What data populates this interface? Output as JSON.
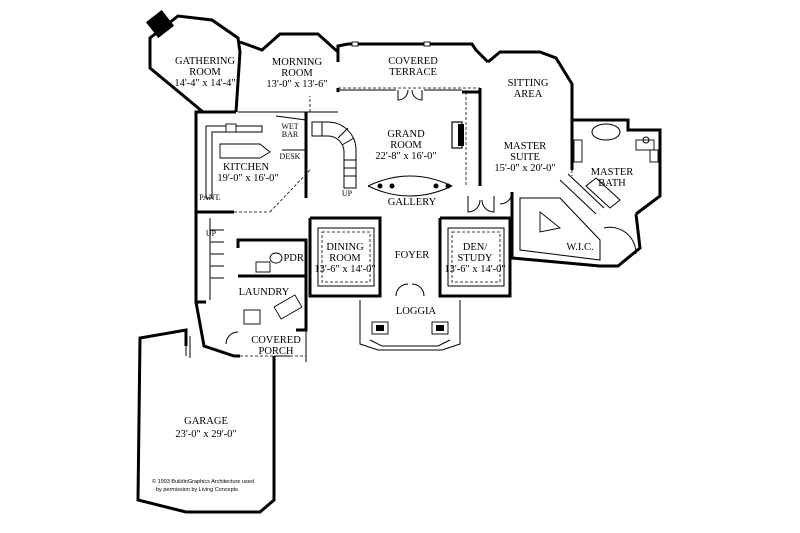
{
  "rooms": {
    "gathering": {
      "name": "GATHERING",
      "name2": "ROOM",
      "dims": "14'-4\" x 14'-4\""
    },
    "morning": {
      "name": "MORNING",
      "name2": "ROOM",
      "dims": "13'-0\" x 13'-6\""
    },
    "covered_terrace": {
      "name": "COVERED",
      "name2": "TERRACE"
    },
    "sitting": {
      "name": "SITTING",
      "name2": "AREA"
    },
    "kitchen": {
      "name": "KITCHEN",
      "dims": "19'-0\" x 16'-0\""
    },
    "grand": {
      "name": "GRAND",
      "name2": "ROOM",
      "dims": "22'-8\" x 16'-0\""
    },
    "master_suite": {
      "name": "MASTER",
      "name2": "SUITE",
      "dims": "15'-0\" x 20'-0\""
    },
    "master_bath": {
      "name": "MASTER",
      "name2": "BATH"
    },
    "gallery": {
      "name": "GALLERY"
    },
    "wic": {
      "name": "W.I.C."
    },
    "dining": {
      "name": "DINING",
      "name2": "ROOM",
      "dims": "13'-6\" x 14'-0\""
    },
    "foyer": {
      "name": "FOYER"
    },
    "den": {
      "name": "DEN/",
      "name2": "STUDY",
      "dims": "13'-6\" x 14'-0\""
    },
    "pdr": {
      "name": "PDR."
    },
    "laundry": {
      "name": "LAUNDRY"
    },
    "loggia": {
      "name": "LOGGIA"
    },
    "covered_porch": {
      "name": "COVERED",
      "name2": "PORCH"
    },
    "garage": {
      "name": "GARAGE",
      "dims": "23'-0\" x 29'-0\""
    }
  },
  "small_labels": {
    "wet_bar_1": "WET",
    "wet_bar_2": "BAR",
    "desk": "DESK",
    "pant": "PANT.",
    "up_stair": "UP",
    "up_back": "UP"
  },
  "copyright": {
    "line1": "© 1993 BuildinGraphics Architecture used",
    "line2": "by permission by Living Concepts"
  }
}
